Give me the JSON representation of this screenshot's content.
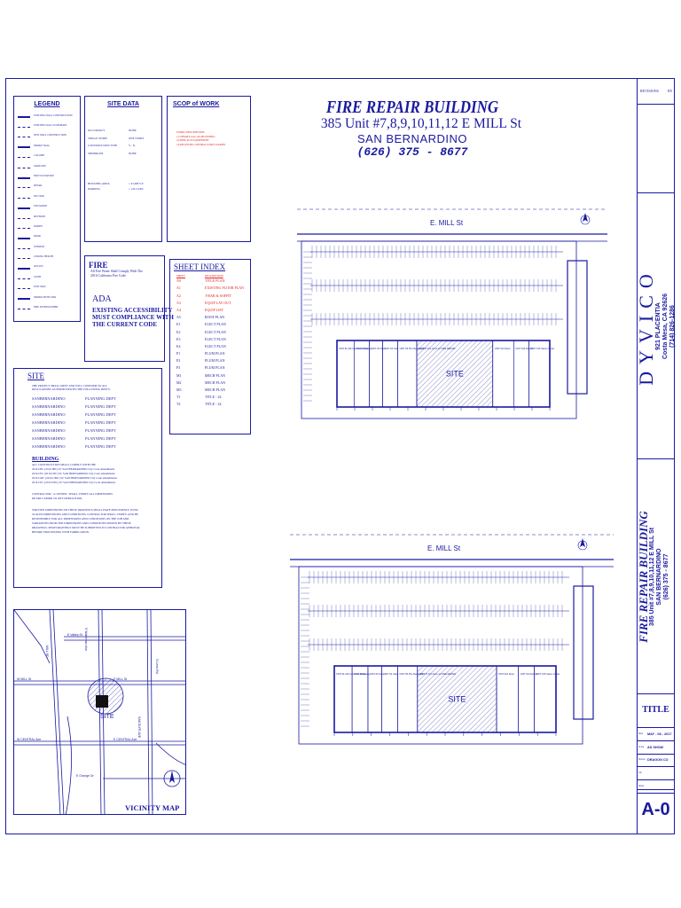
{
  "title_block": {
    "title": "FIRE REPAIR BUILDING",
    "address": "385 Unit #7,8,9,10,11,12  E MILL St",
    "city": "SAN BERNARDINO",
    "phone": "(626) 375 - 8677"
  },
  "legend": {
    "heading": "LEGEND",
    "items": [
      "EXISTING WALL CONSTRUCTION",
      "EXISTING WALL TO REMAIN",
      "NEW WALL CONSTRUCTION",
      "SMOKE WALL",
      "COLUMN",
      "GRID LINE",
      "SPOT ELEVATION",
      "DETAIL",
      "SECTION",
      "ELEVATION",
      "REVISION",
      "NORTH",
      "DOOR",
      "WINDOW",
      "CEILING HEIGHT",
      "OUTLET",
      "LIGHT",
      "EXIT SIGN",
      "SMOKE DETECTOR",
      "FIRE EXTINGUISHER"
    ]
  },
  "site_data": {
    "heading": "SITE DATA",
    "rows": [
      {
        "label": "OCCUPANCY",
        "value": "NONE"
      },
      {
        "label": "SINGLE STORY",
        "value": "ONE STORY"
      },
      {
        "label": "CONSTRUCTION TYPE",
        "value": "V - N"
      },
      {
        "label": "SPRINKLER",
        "value": "NONE"
      }
    ],
    "area_rows": [
      {
        "label": "BUILDING AREA",
        "value": "= 25,480 S.F."
      },
      {
        "label": "PARKING",
        "value": "= 124 CARS"
      }
    ]
  },
  "scope": {
    "heading": "SCOP of WORK",
    "lead": "WORK DESCRIPTION:",
    "items": [
      "1) UPDATE ALL AS-BUILDING",
      "2) REPLACE EQUIPMENT",
      "3) REGISTER CONTRACTOR'S NAMES"
    ]
  },
  "fire": {
    "heading": "FIRE",
    "text1": "All Fire Water Shall Comply With The",
    "text2": "2016 California Fire Code"
  },
  "ada": {
    "heading": "ADA",
    "lines": [
      "EXISTING ACCESSIBILITY",
      "MUST COMPLIANCE WITH",
      "THE CURRENT CODE"
    ]
  },
  "sheet_index": {
    "heading": "SHEET INDEX",
    "col_sheet": "SHEET",
    "col_desc": "DESCRIPTION",
    "rows": [
      {
        "sheet": "A0",
        "desc": "TITLE PLAN",
        "red": true
      },
      {
        "sheet": "A1",
        "desc": "EXISTING FLOOR PLAN",
        "red": true
      },
      {
        "sheet": "A2",
        "desc": "T-BAR & SOFFIT",
        "red": true
      },
      {
        "sheet": "A3",
        "desc": "EQUIP LAY OUT",
        "red": true
      },
      {
        "sheet": "A4",
        "desc": "EQUIP LIST",
        "red": true
      },
      {
        "sheet": "A5",
        "desc": "ROOF PLAN",
        "red": false
      },
      {
        "sheet": "E1",
        "desc": "ELECT PLAN",
        "red": false
      },
      {
        "sheet": "E2",
        "desc": "ELECT PLAN",
        "red": false
      },
      {
        "sheet": "E3",
        "desc": "ELECT PLAN",
        "red": false
      },
      {
        "sheet": "E4",
        "desc": "ELECT PLAN",
        "red": false
      },
      {
        "sheet": "P1",
        "desc": "PLUM PLAN",
        "red": false
      },
      {
        "sheet": "P2",
        "desc": "PLUM PLAN",
        "red": false
      },
      {
        "sheet": "P3",
        "desc": "PLUM PLAN",
        "red": false
      },
      {
        "sheet": "M1",
        "desc": "MECH PLAN",
        "red": false
      },
      {
        "sheet": "M2",
        "desc": "MECH PLAN",
        "red": false
      },
      {
        "sheet": "M3",
        "desc": "MECH PLAN",
        "red": false
      },
      {
        "sheet": "T1",
        "desc": "TITLE - 24",
        "red": false
      },
      {
        "sheet": "T2",
        "desc": "TITLE - 24",
        "red": false
      }
    ]
  },
  "site_notes": {
    "heading": "SITE",
    "intro": [
      "THE PROJECT SHALL MEET AND WILL CONFORM TO ALL",
      "REGULATIONS AS PERMITTED BY THE FOLLOWING DEPTS:"
    ],
    "depts": [
      {
        "city": "SANBERNARDINO",
        "dept": "PLANNING DEPT"
      },
      {
        "city": "SANBERNARDINO",
        "dept": "PLANNING DEPT"
      },
      {
        "city": "SANBERNARDINO",
        "dept": "PLANNING DEPT"
      },
      {
        "city": "SANBERNARDINO",
        "dept": "PLANNING DEPT"
      },
      {
        "city": "SANBERNARDINO",
        "dept": "PLANNING DEPT"
      },
      {
        "city": "SANBERNARDINO",
        "dept": "PLANNING DEPT"
      },
      {
        "city": "SANBERNARDINO",
        "dept": "PLANNING DEPT"
      }
    ],
    "building_heading": "BUILDING",
    "building_lines": [
      "ALL CONSTRUCTION SHALL COMPLY WITH THE",
      "2016 CBC (2016 IBC) W/ SAN BERNARDINO City Code amendments",
      "2016 CPC (2016 UPC) W/ SAN BERNARDINO City Code amendments",
      "2016 CMC (2016 UMC) W/ SAN BERNARDINO City Code amendments",
      "2016 CEC (2014 NEC) W/ SAN BERNARDINO City Code amendments"
    ],
    "contractor_lines": [
      "CONTRACTOR / or OWNER / SHALL VERIFY ALL DIMENSIONS",
      "DETAILS PRIOR TO ANY DEMOLITION."
    ],
    "written_lines": [
      "WRITTEN DIMENSIONS ON THESE DRAWINGS SHALL HAVE PRECEDENCE OVER",
      "SCALED DIMENSIONS AND CONDITIONS. CONTRACTOR SHALL VERIFY, AND BE",
      "RESPONSIBLE FOR ALL DIMENSIONS AND CONDITIONS ON THE JOB AND",
      "VARIATIONS FROM THE DIMENSIONS AND CONDITIONS SHOWN BY THESE",
      "DRAWINGS. SHOP DRAWINGS MUST BE SUBMITTED TO CONTRACTOR APPROVAL",
      "BEFORE PROCEEDING WITH FABRICATION."
    ]
  },
  "vicinity": {
    "heading": "VICINITY MAP",
    "site_label": "SITE",
    "streets": [
      "E Valley St",
      "E MILL St",
      "W MILL St",
      "W CENTRAL Ave",
      "E CENTRAL Ave",
      "E Orange Dr",
      "MILL RD",
      "S Waterman Ave",
      "SANTA FE AVE",
      "S Lena Rd"
    ]
  },
  "plans": {
    "street": "E. MILL St",
    "site_label": "SITE",
    "units": [
      "UNIT #1 AIR Cond Lite Store",
      "UNIT #2 Bakery",
      "UNIT #3 Store",
      "UNIT #4 Cafe",
      "UNIT #5 Pho Restaurant",
      "UNIT #7,8,9,10,11,12 FIRE REPAIR",
      "UNIT #13 Store",
      "UNIT #14 Dental",
      "UNIT #15 Salon Center"
    ]
  },
  "firm": {
    "name": "DYVICO",
    "address": "921 PLACENTIA",
    "city": "Costa Mesa, CA 92626",
    "phone": "(714) 826-1286"
  },
  "revisions": {
    "label": "REVISIONS",
    "by": "BY"
  },
  "side_title": {
    "title": "FIRE REPAIR BUILDING",
    "address": "385 Unit #7,8,9,10,11,12 E MILL St",
    "city": "SAN BERNARDINO",
    "phone": "(626) 375 - 8677"
  },
  "sheet_title": {
    "label": "TITLE"
  },
  "meta": {
    "rows": [
      {
        "label": "Date",
        "value": "MAY - 08 - 2017"
      },
      {
        "label": "Scale",
        "value": "AS SHOW"
      },
      {
        "label": "Drawn",
        "value": "DRAGON CO"
      },
      {
        "label": "Job",
        "value": ""
      },
      {
        "label": "Sheet",
        "value": ""
      }
    ]
  },
  "sheet_number": "A-0"
}
